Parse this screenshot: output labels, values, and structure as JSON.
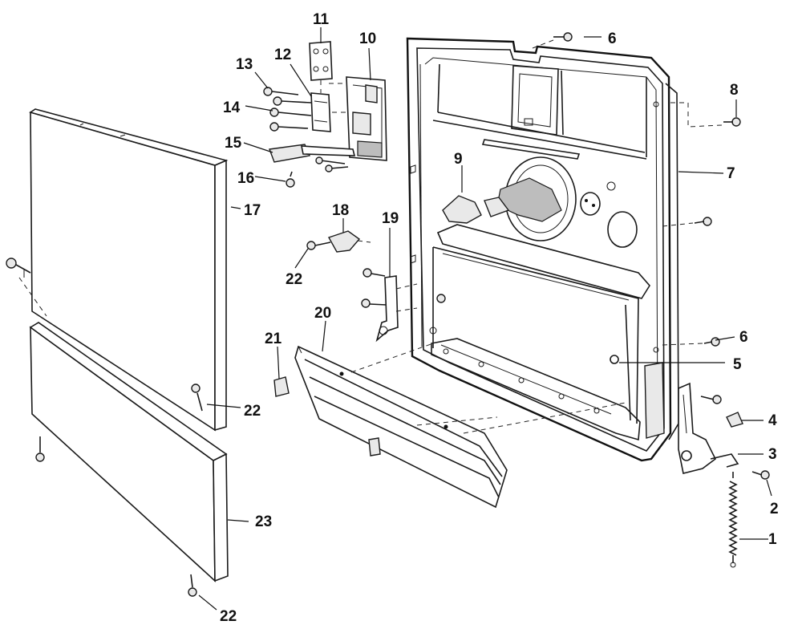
{
  "diagram": {
    "callouts": {
      "c1": "1",
      "c2": "2",
      "c3": "3",
      "c4": "4",
      "c5": "5",
      "c6a": "6",
      "c6b": "6",
      "c7": "7",
      "c8": "8",
      "c9": "9",
      "c10": "10",
      "c11": "11",
      "c12": "12",
      "c13": "13",
      "c14": "14",
      "c15": "15",
      "c16": "16",
      "c17": "17",
      "c18": "18",
      "c19": "19",
      "c20": "20",
      "c21": "21",
      "c22a": "22",
      "c22b": "22",
      "c22c": "22",
      "c23": "23"
    }
  }
}
